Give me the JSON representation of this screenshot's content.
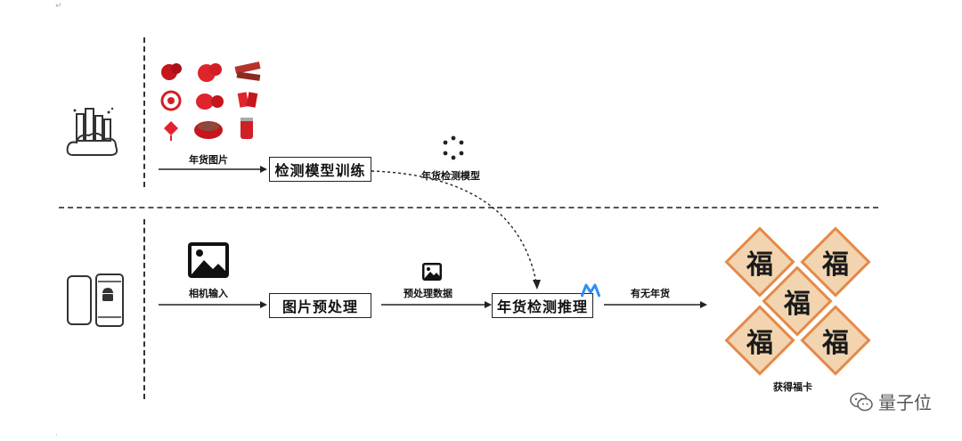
{
  "diagram": {
    "nodes": {
      "train": "检测模型训练",
      "preprocess": "图片预处理",
      "infer": "年货检测推理"
    },
    "edge_labels": {
      "newyear_images": "年货图片",
      "camera_input": "相机输入",
      "preprocessed_data": "预处理数据",
      "has_goods": "有无年货",
      "model": "年货检测模型",
      "get_card": "获得福卡"
    },
    "fu_characters": [
      "福",
      "福",
      "福",
      "福",
      "福"
    ]
  },
  "watermark": "量子位",
  "icons": [
    "cloud-city-icon",
    "phone-icon",
    "android-icon",
    "image-icon",
    "model-dots-icon",
    "mindspore-logo-icon",
    "wechat-icon"
  ],
  "colors": {
    "accent": "#e0242b",
    "fu_border": "#e58a4a",
    "fu_bg": "#f2d5b0",
    "mindspore_blue": "#2f8cf5"
  }
}
